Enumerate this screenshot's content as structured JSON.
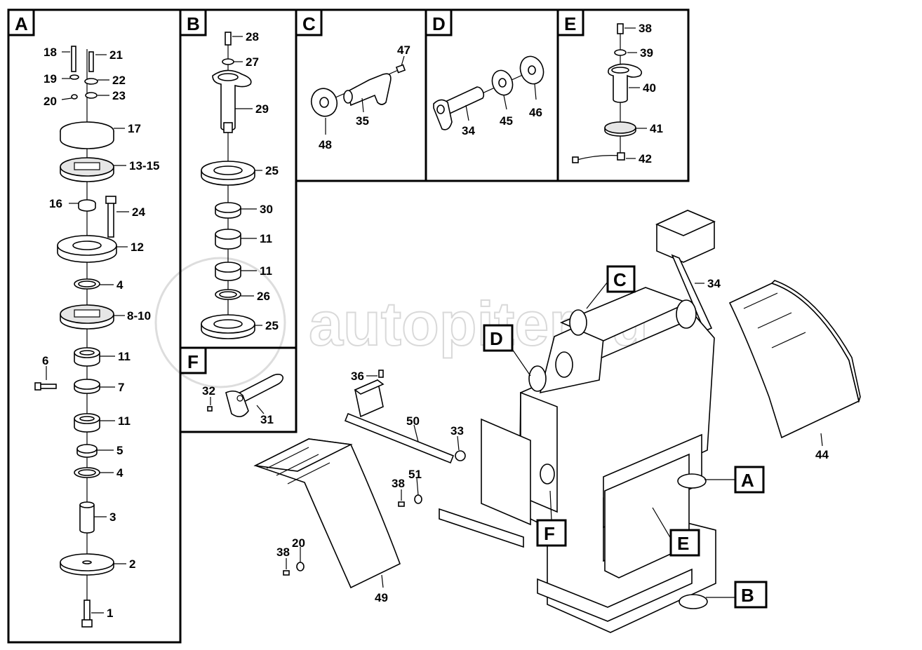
{
  "panels": {
    "A": "A",
    "B": "B",
    "C": "C",
    "D": "D",
    "E": "E",
    "F": "F"
  },
  "labels_A": [
    "18",
    "21",
    "19",
    "22",
    "20",
    "23",
    "17",
    "13-15",
    "16",
    "24",
    "12",
    "4",
    "8-10",
    "11",
    "6",
    "7",
    "11",
    "5",
    "4",
    "3",
    "2",
    "1"
  ],
  "labels_B": [
    "28",
    "27",
    "29",
    "25",
    "30",
    "11",
    "11",
    "26",
    "25"
  ],
  "labels_C": [
    "47",
    "48",
    "35"
  ],
  "labels_D": [
    "34",
    "45",
    "46"
  ],
  "labels_E": [
    "38",
    "39",
    "40",
    "41",
    "42"
  ],
  "labels_F": [
    "32",
    "31"
  ],
  "labels_main": [
    "34",
    "44",
    "36",
    "50",
    "33",
    "38",
    "51",
    "49",
    "38",
    "20"
  ],
  "callouts_main": [
    "C",
    "D",
    "A",
    "F",
    "E",
    "B"
  ],
  "watermark": "autopiter.ru"
}
